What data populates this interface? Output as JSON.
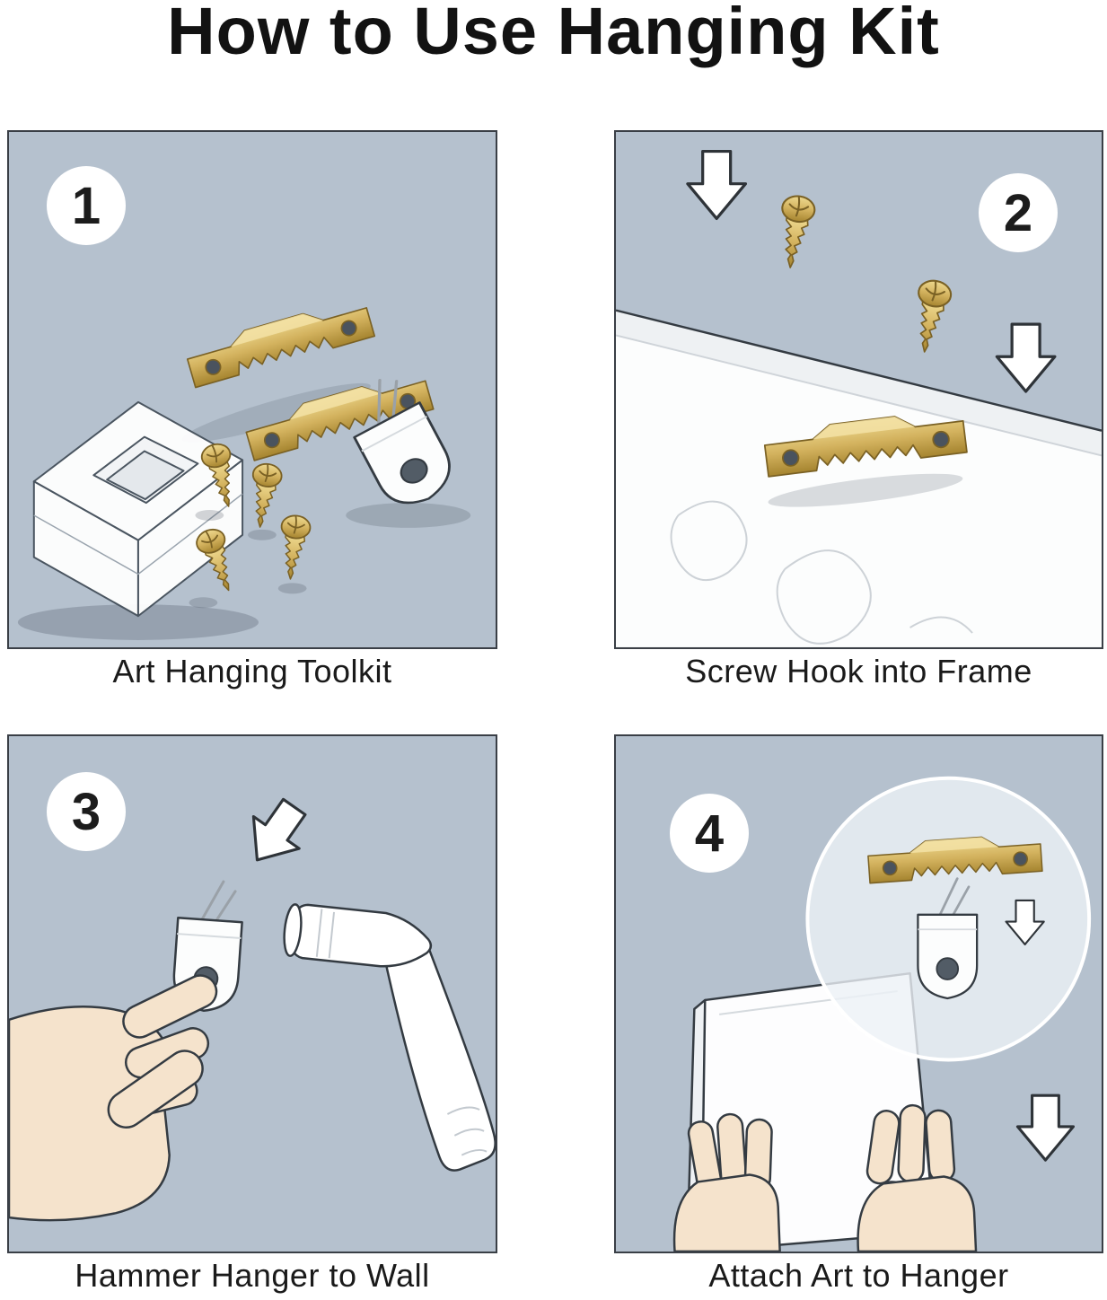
{
  "title": "How to Use Hanging  Kit",
  "steps": [
    {
      "number": "1",
      "caption": "Art Hanging Toolkit"
    },
    {
      "number": "2",
      "caption": "Screw Hook into Frame"
    },
    {
      "number": "3",
      "caption": "Hammer Hanger to Wall"
    },
    {
      "number": "4",
      "caption": "Attach Art to Hanger"
    }
  ],
  "colors": {
    "page_background": "#ffffff",
    "panel_background": "#b5c1ce",
    "panel_border": "#3a3f46",
    "brass": "#d3b25e",
    "brass_dark": "#8d7127",
    "line_art": "#343b42",
    "skin": "#f5e3cc",
    "text": "#1a1a1a"
  },
  "icons": {
    "step1": [
      "sawtooth-hanger-icon",
      "screw-icon",
      "storage-box-icon",
      "wall-hook-icon"
    ],
    "step2": [
      "frame-board",
      "sawtooth-hanger-icon",
      "screw-icon",
      "down-arrow-icon"
    ],
    "step3": [
      "hand-icon",
      "wall-hanger-icon",
      "hammer-icon",
      "down-arrow-icon"
    ],
    "step4": [
      "zoom-circle",
      "sawtooth-hanger-icon",
      "wall-hook-icon",
      "art-canvas",
      "hand-icon",
      "down-arrow-icon"
    ]
  }
}
